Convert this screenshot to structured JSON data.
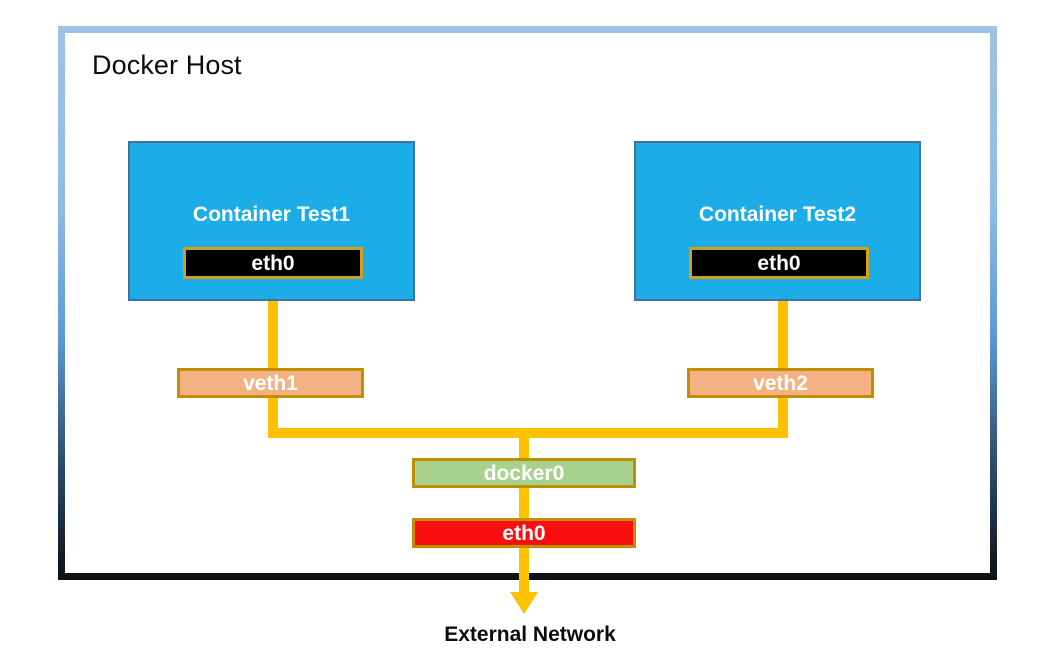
{
  "diagram": {
    "title": "Docker Host",
    "external_label": "External Network",
    "colors": {
      "frame_top": "#9DC3E6",
      "frame_bottom": "#0D1117",
      "container_fill": "#1CACE8",
      "container_border": "#41719C",
      "eth_inner_fill": "#000000",
      "veth_fill": "#F4B183",
      "docker0_fill": "#A9D18E",
      "eth0_external_fill": "#FA0E10",
      "node_border": "#BF8F00",
      "connector": "#FFC000",
      "text_on_color": "#FFFFFF",
      "text_dark": "#0D0D0D",
      "background": "#FFFFFF"
    },
    "containers": [
      {
        "name": "Container Test1",
        "interface": "eth0"
      },
      {
        "name": "Container Test2",
        "interface": "eth0"
      }
    ],
    "veths": [
      {
        "name": "veth1"
      },
      {
        "name": "veth2"
      }
    ],
    "bridge": {
      "name": "docker0"
    },
    "host_interface": {
      "name": "eth0"
    }
  }
}
